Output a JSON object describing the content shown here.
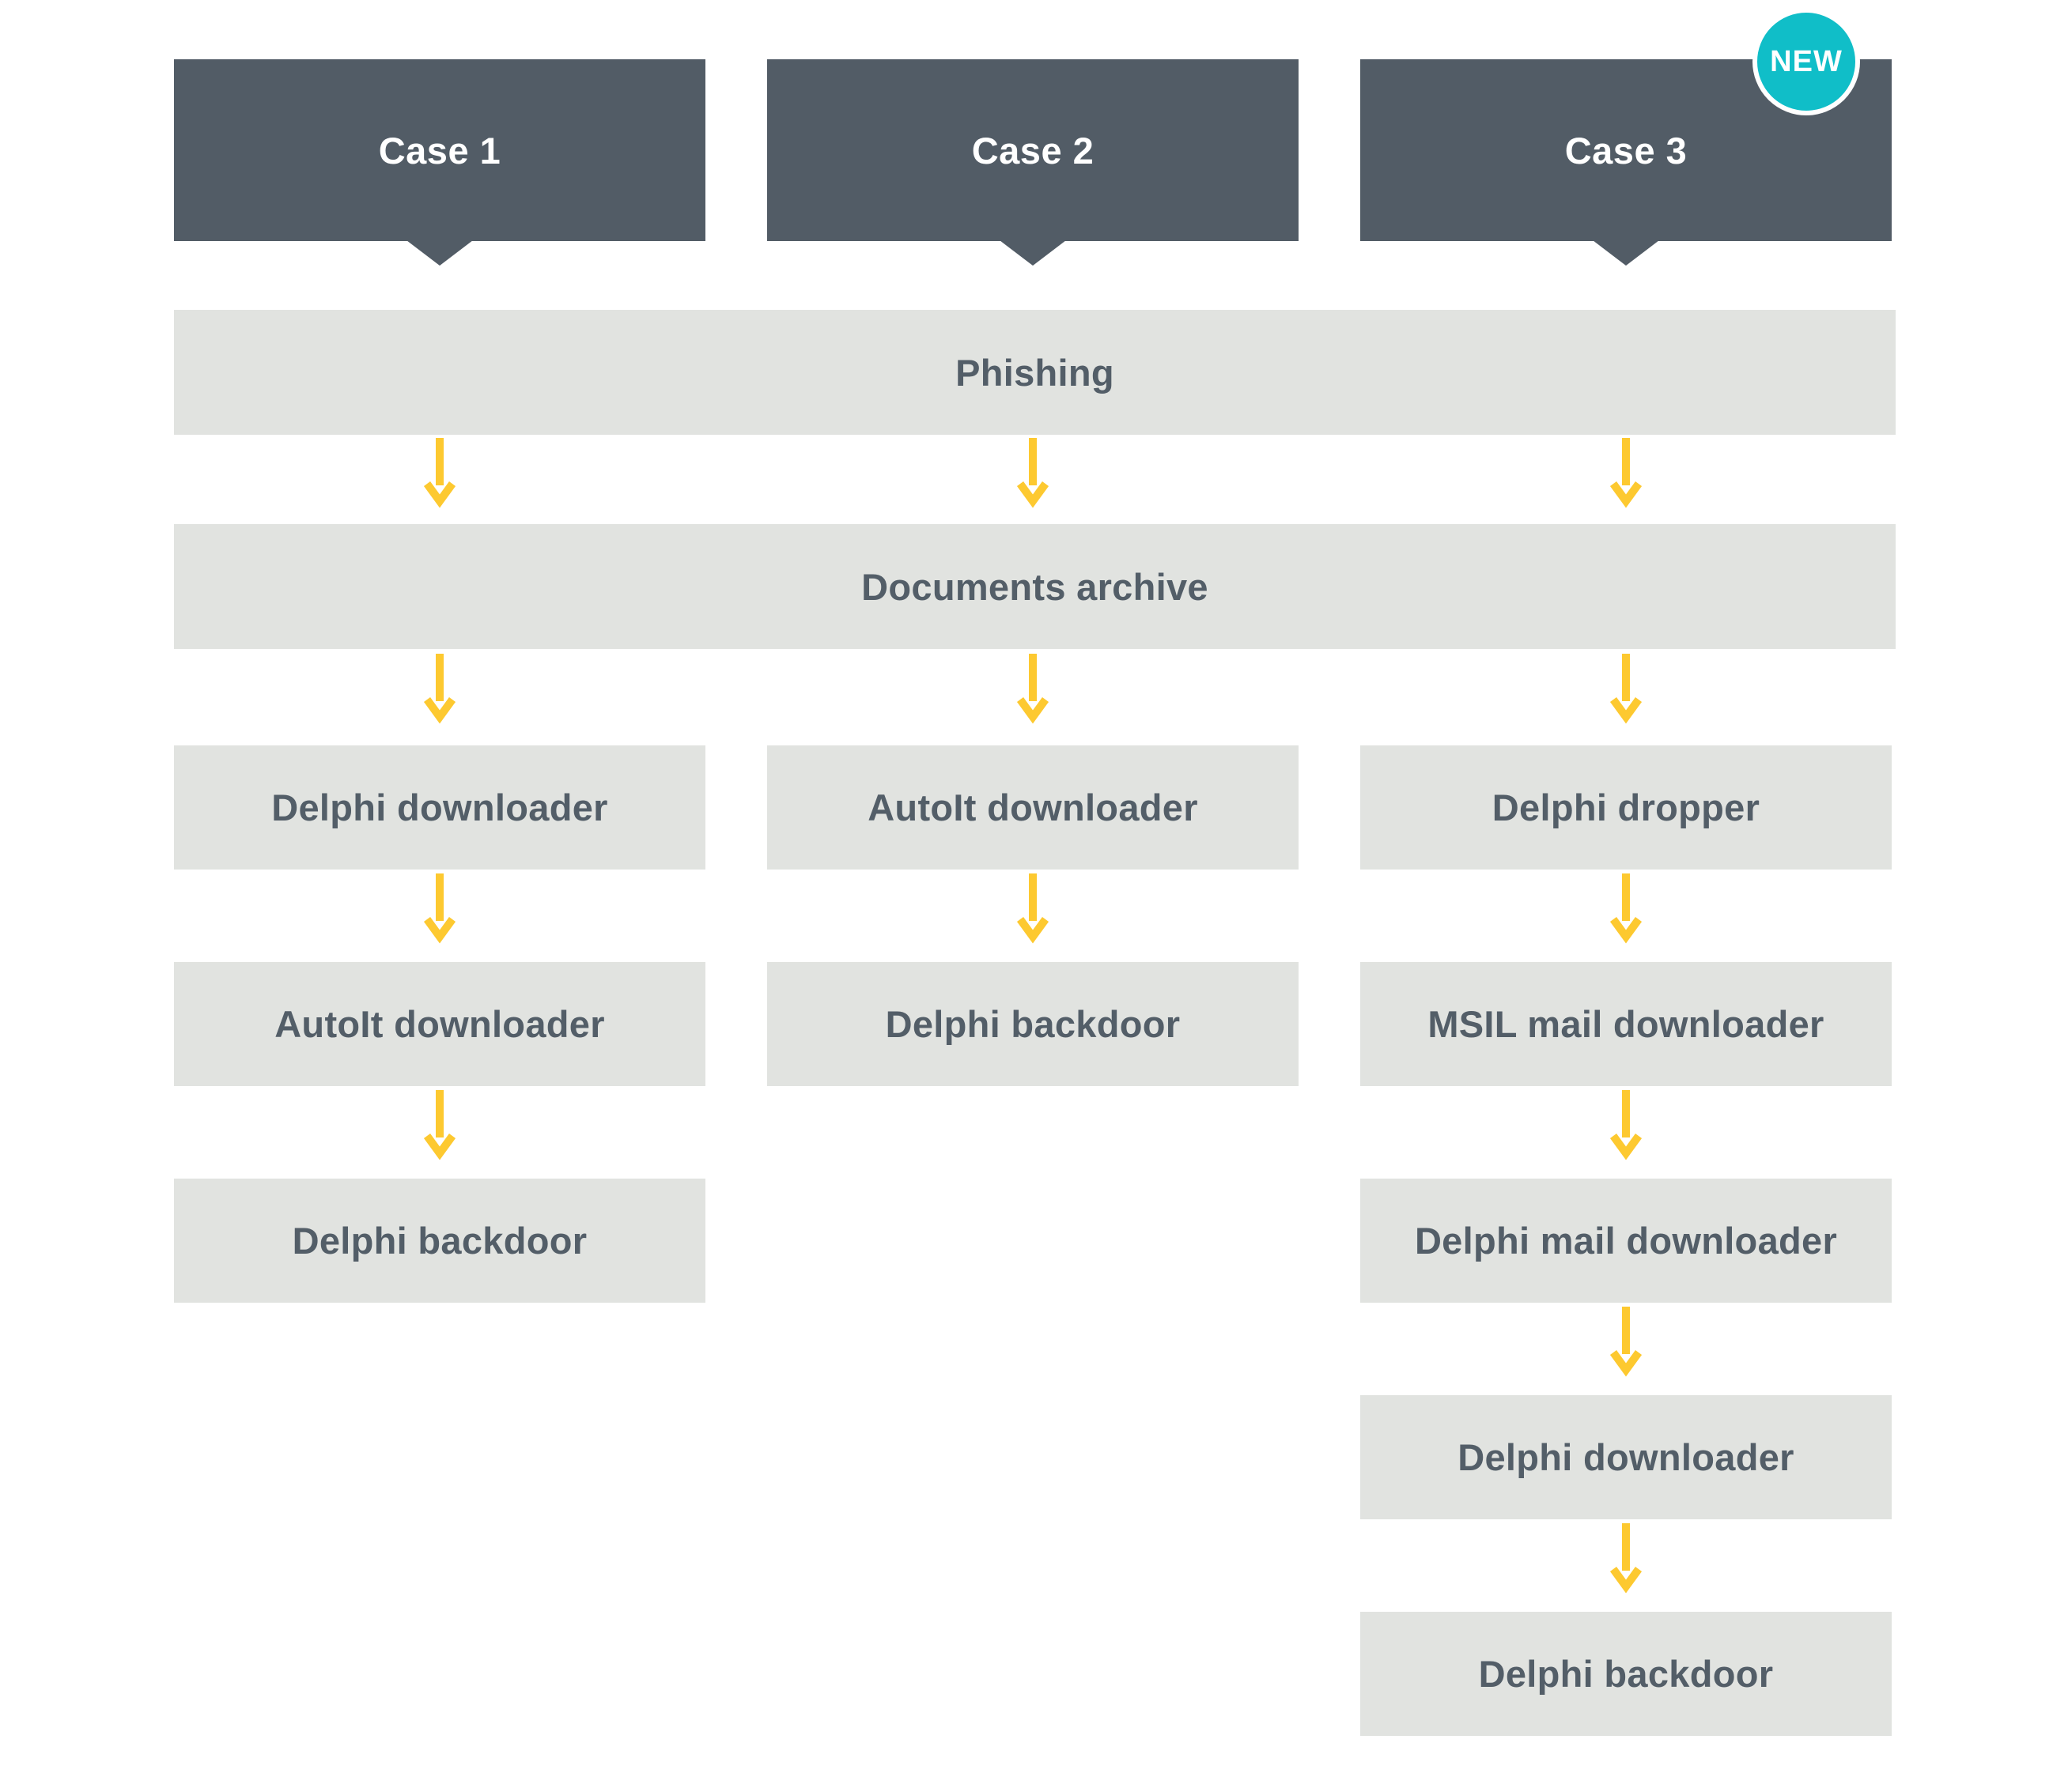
{
  "diagram": {
    "badge": {
      "label": "NEW"
    },
    "shared_rows": [
      "Phishing",
      "Documents archive"
    ],
    "columns": [
      {
        "header": "Case 1",
        "steps": [
          "Delphi downloader",
          "AutoIt downloader",
          "Delphi backdoor"
        ]
      },
      {
        "header": "Case 2",
        "steps": [
          "AutoIt downloader",
          "Delphi backdoor"
        ]
      },
      {
        "header": "Case 3",
        "steps": [
          "Delphi dropper",
          "MSIL mail downloader",
          "Delphi mail downloader",
          "Delphi downloader",
          "Delphi backdoor"
        ]
      }
    ],
    "colors": {
      "header_bg": "#525C66",
      "header_text": "#FFFFFF",
      "box_bg": "#E1E3E0",
      "text": "#535E68",
      "arrow": "#FDC930",
      "badge_bg": "#10BEC8"
    }
  }
}
